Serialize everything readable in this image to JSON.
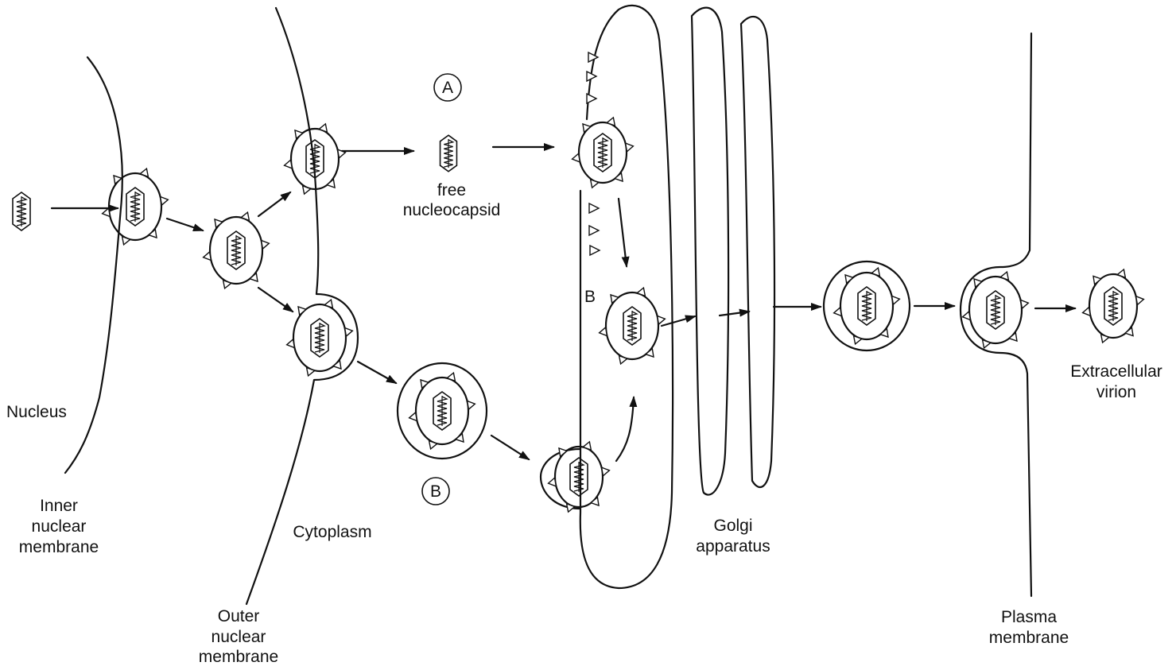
{
  "labels": {
    "nucleus": "Nucleus",
    "inner_membrane": [
      "Inner",
      "nuclear",
      "membrane"
    ],
    "outer_membrane": [
      "Outer",
      "nuclear",
      "membrane"
    ],
    "cytoplasm": "Cytoplasm",
    "free_nucleocapsid": [
      "free",
      "nucleocapsid"
    ],
    "golgi": [
      "Golgi",
      "apparatus"
    ],
    "plasma_membrane": [
      "Plasma",
      "membrane"
    ],
    "extracellular_virion": [
      "Extracellular",
      "virion"
    ],
    "pathway_a": "A",
    "pathway_b": "B",
    "point_b": "B"
  },
  "colors": {
    "ink": "#111111",
    "paper": "#ffffff"
  }
}
